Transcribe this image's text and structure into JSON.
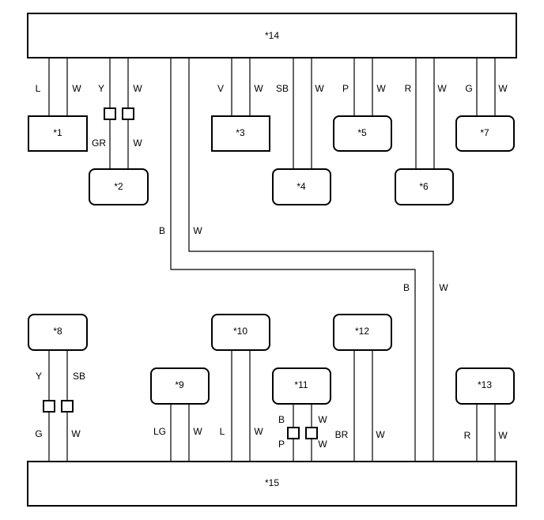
{
  "components": {
    "c14": "*14",
    "c15": "*15",
    "c1": "*1",
    "c2": "*2",
    "c3": "*3",
    "c4": "*4",
    "c5": "*5",
    "c6": "*6",
    "c7": "*7",
    "c8": "*8",
    "c9": "*9",
    "c10": "*10",
    "c11": "*11",
    "c12": "*12",
    "c13": "*13"
  },
  "wires": {
    "c1_a": "L",
    "c1_b": "W",
    "c2_top_a": "Y",
    "c2_top_b": "W",
    "c2_bot_a": "GR",
    "c2_bot_b": "W",
    "c3_a": "V",
    "c3_b": "W",
    "c4_a": "SB",
    "c4_b": "W",
    "c5_a": "P",
    "c5_b": "W",
    "c6_a": "R",
    "c6_b": "W",
    "c7_a": "G",
    "c7_b": "W",
    "link_top_a": "B",
    "link_top_b": "W",
    "link_bot_a": "B",
    "link_bot_b": "W",
    "c8_top_a": "Y",
    "c8_top_b": "SB",
    "c8_bot_a": "G",
    "c8_bot_b": "W",
    "c9_a": "LG",
    "c9_b": "W",
    "c10_a": "L",
    "c10_b": "W",
    "c11_top_a": "B",
    "c11_top_b": "W",
    "c11_bot_a": "P",
    "c11_bot_b": "W",
    "c12_a": "BR",
    "c12_b": "W",
    "c13_a": "R",
    "c13_b": "W"
  }
}
